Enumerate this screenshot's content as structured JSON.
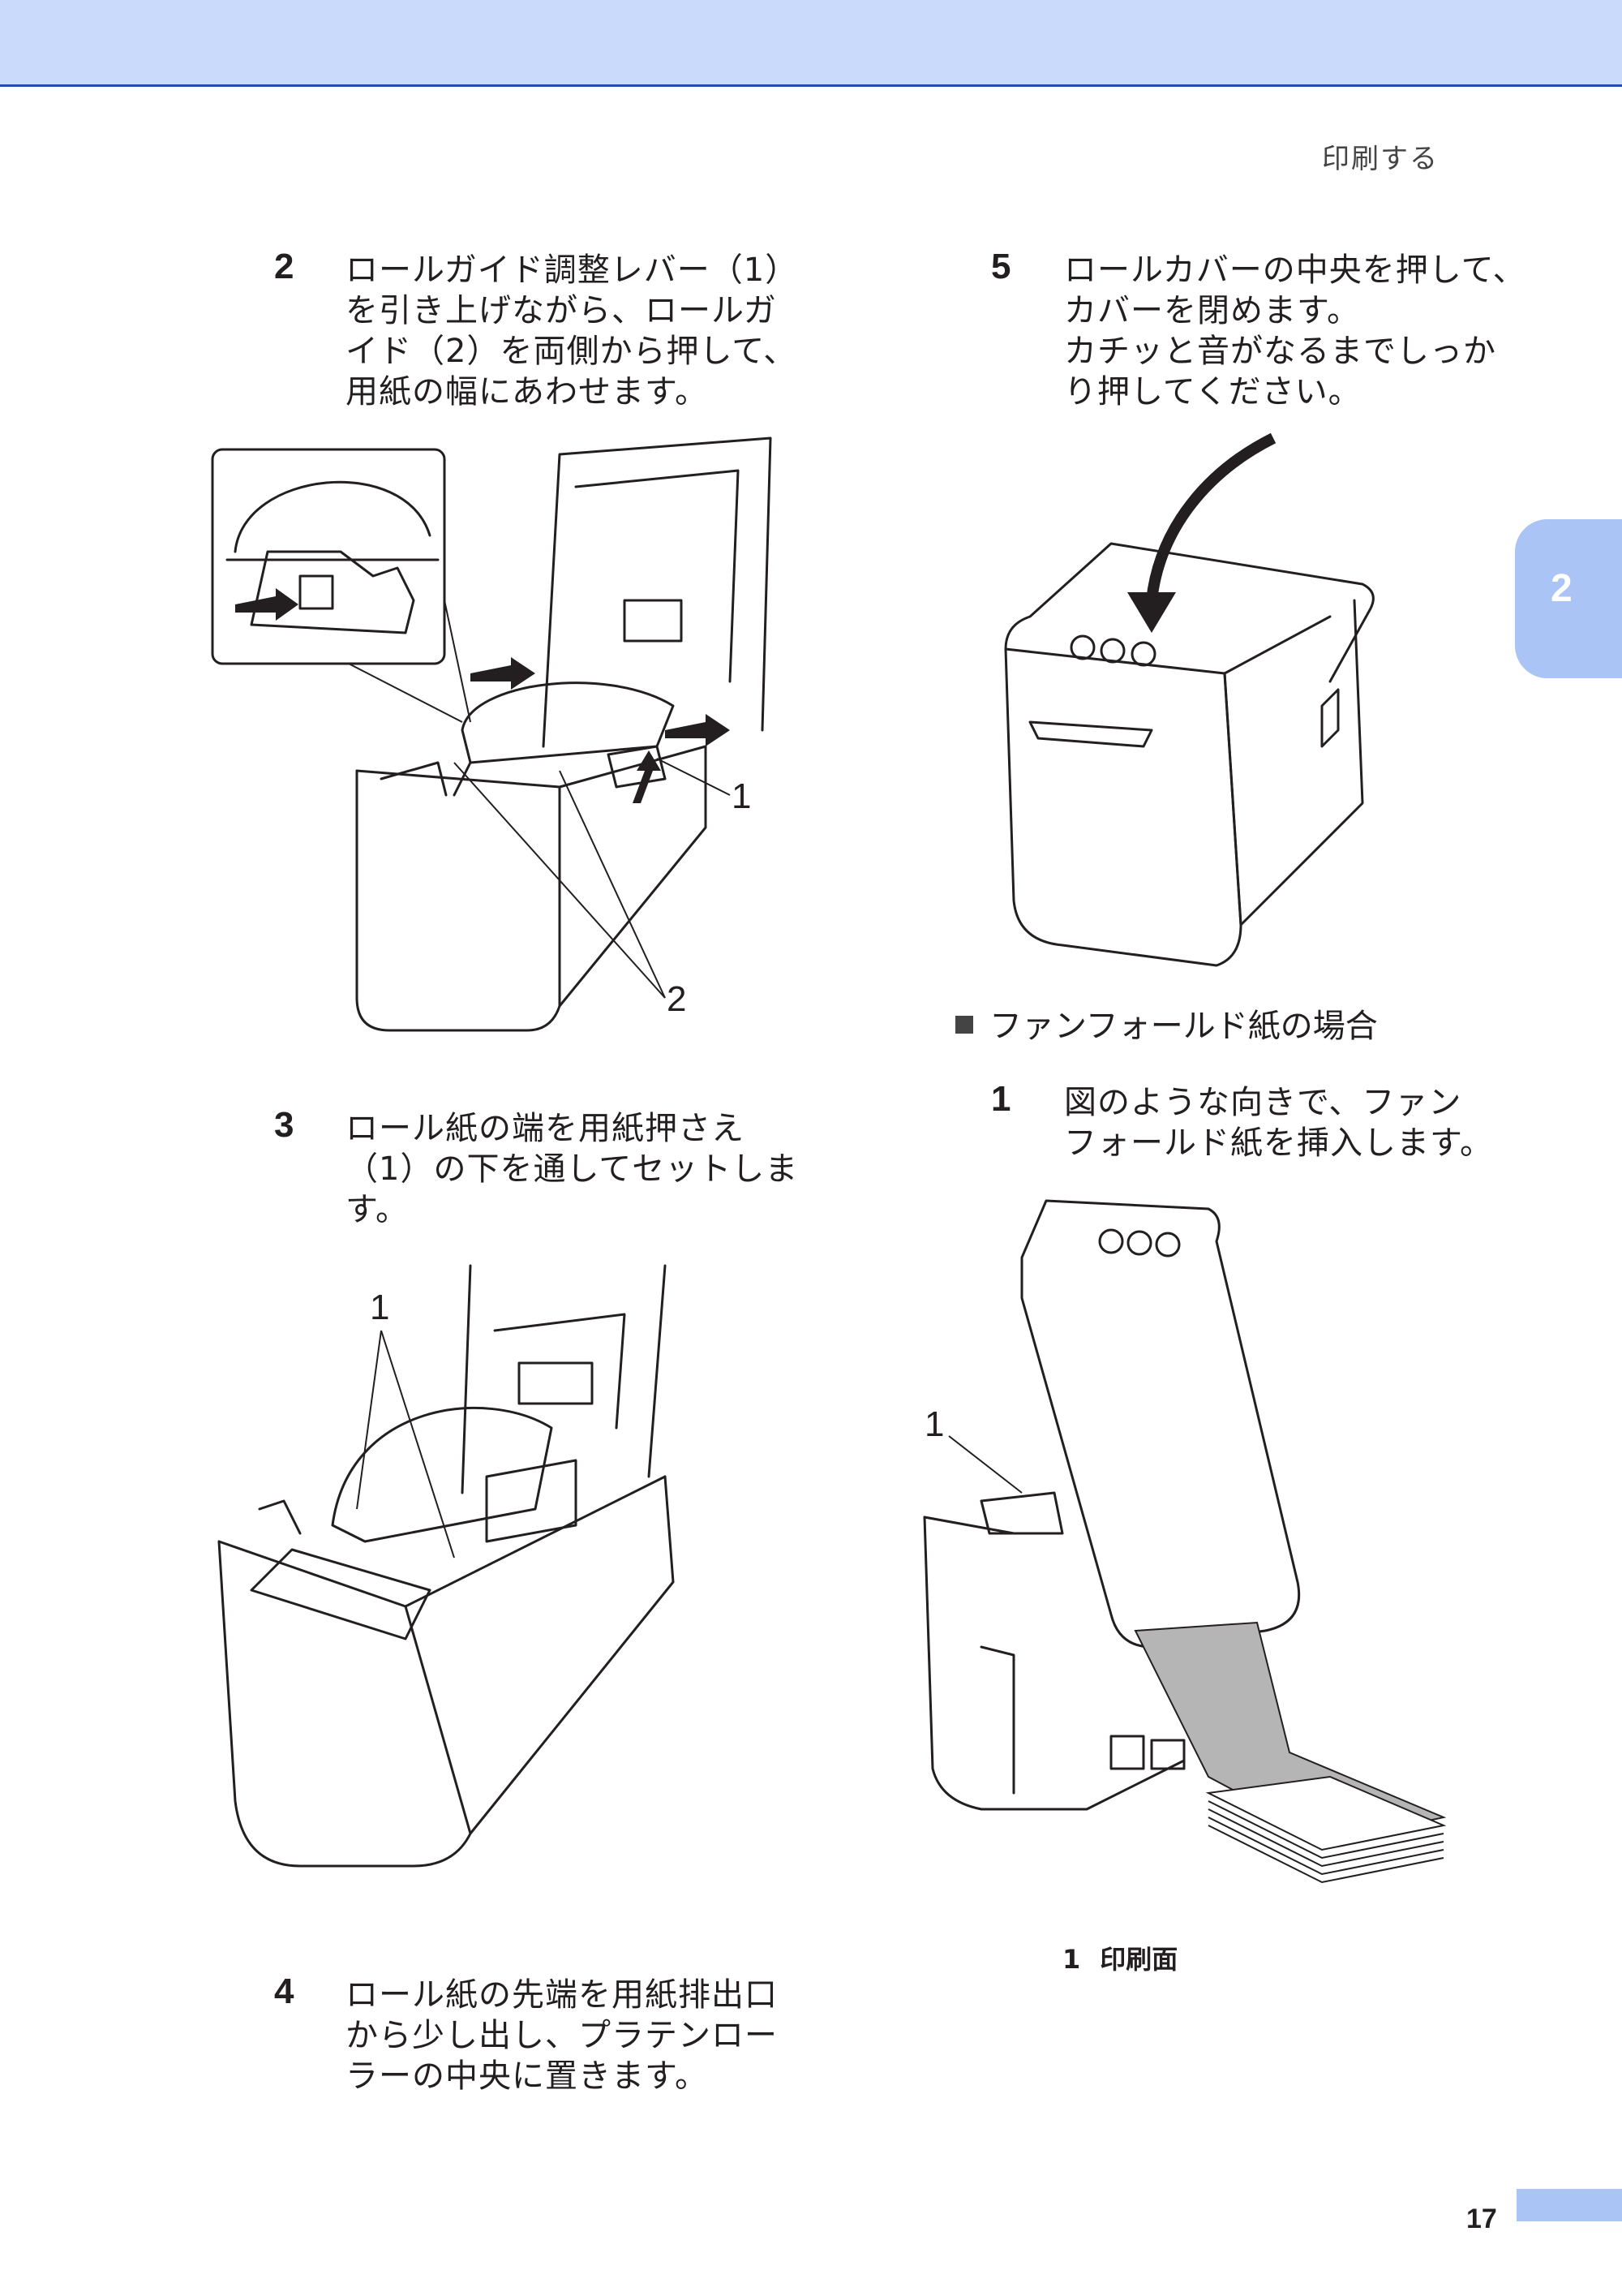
{
  "header": {
    "section_title": "印刷する"
  },
  "side_tab": {
    "chapter": "2"
  },
  "steps": [
    {
      "num": "2",
      "text": "ロールガイド調整レバー（1）\nを引き上げながら、ロールガ\nイド（2）を両側から押して、\n用紙の幅にあわせます。"
    },
    {
      "num": "3",
      "text": "ロール紙の端を用紙押さえ\n（1）の下を通してセットしま\nす。"
    },
    {
      "num": "4",
      "text": "ロール紙の先端を用紙排出口\nから少し出し、プラテンロー\nラーの中央に置きます。"
    },
    {
      "num": "5",
      "text": "ロールカバーの中央を押して、\nカバーを閉めます。\nカチッと音がなるまでしっか\nり押してください。"
    }
  ],
  "fanfold": {
    "heading": "ファンフォールド紙の場合",
    "step": {
      "num": "1",
      "text": "図のような向きで、ファン\nフォールド紙を挿入します。"
    }
  },
  "figures": {
    "fig1_callouts": [
      "1",
      "2"
    ],
    "fig2_callouts": [
      "1"
    ],
    "fig4_callouts": [
      "1"
    ]
  },
  "legend": {
    "num": "1",
    "text": "印刷面"
  },
  "footer": {
    "page_number": "17"
  }
}
